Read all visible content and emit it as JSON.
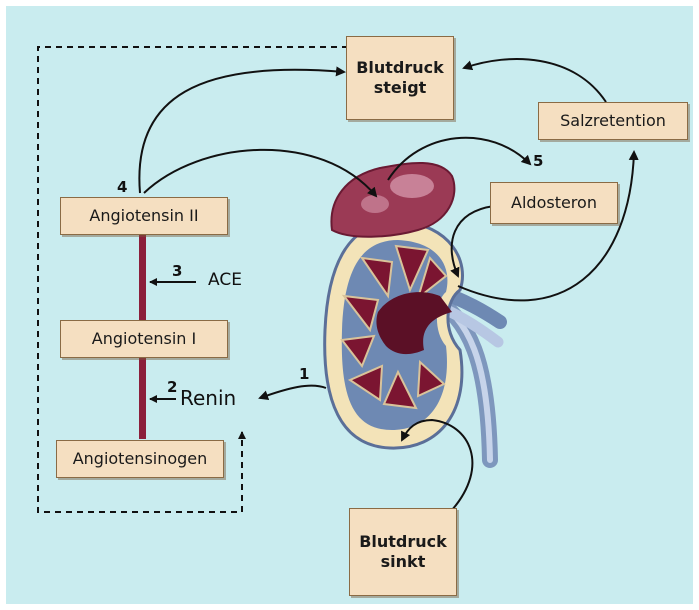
{
  "nodes": {
    "bp_rises": [
      "Blutdruck",
      "steigt"
    ],
    "salt_retention": "Salzretention",
    "aldosterone": "Aldosteron",
    "angiotensin_ii": "Angiotensin II",
    "angiotensin_i": "Angiotensin I",
    "angiotensinogen": "Angiotensinogen",
    "bp_falls": [
      "Blutdruck",
      "sinkt"
    ]
  },
  "labels": {
    "ace": "ACE",
    "renin": "Renin"
  },
  "step_numbers": {
    "s1": "1",
    "s2": "2",
    "s3": "3",
    "s4": "4",
    "s5": "5"
  },
  "colors": {
    "background": "#c9ecef",
    "box_fill": "#f5dfc1",
    "enzyme_bar": "#8b1f3b",
    "kidney_cortex": "#f3e3b8",
    "kidney_medulla": "#7b1531",
    "kidney_blue": "#6e89b3",
    "adrenal": "#9b3a55"
  }
}
